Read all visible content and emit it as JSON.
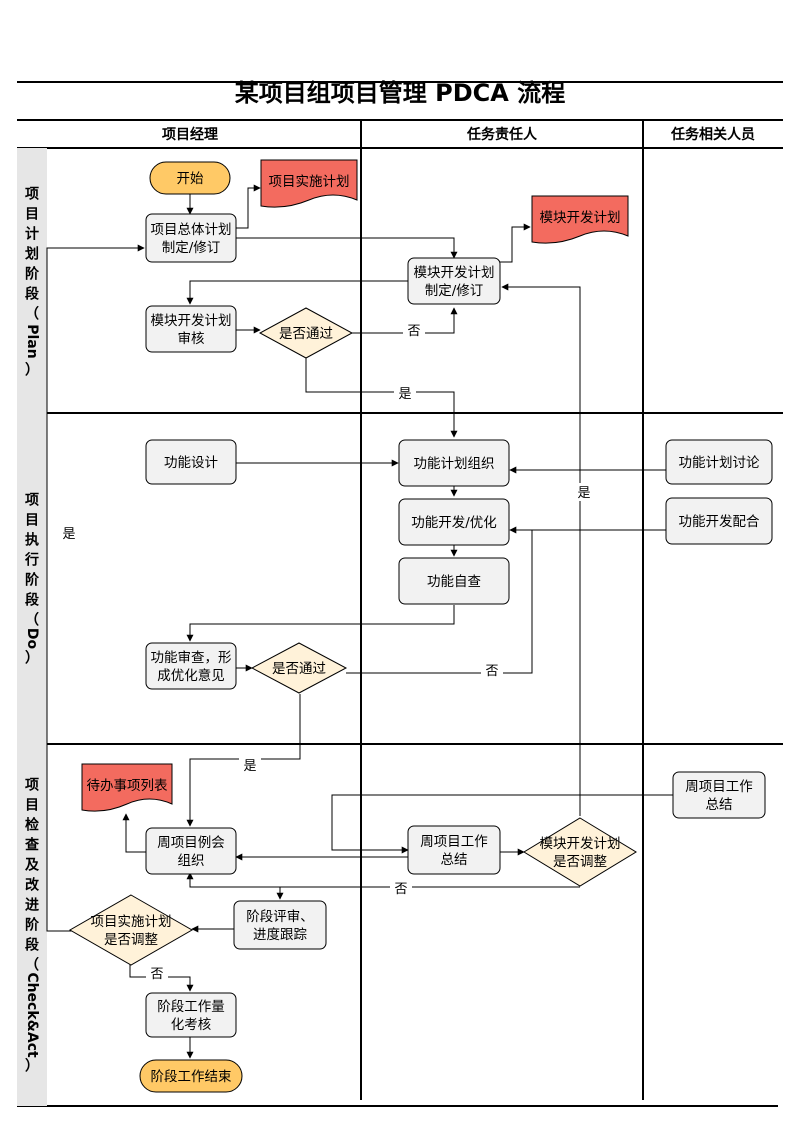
{
  "title": "某项目组项目管理 PDCA 流程",
  "lanes": [
    "项目经理",
    "任务责任人",
    "任务相关人员"
  ],
  "phases": [
    {
      "name": "项目计划阶段（ Plan ）",
      "chars": [
        "项",
        "目",
        "计",
        "划",
        "阶",
        "段",
        "（",
        "Plan",
        "）"
      ]
    },
    {
      "name": "项目执行阶段（ Do ）",
      "chars": [
        "项",
        "目",
        "执",
        "行",
        "阶",
        "段",
        "（",
        "Do",
        "）"
      ]
    },
    {
      "name": "项目检查及改进阶段（ Check&Act ）",
      "chars": [
        "项",
        "目",
        "检",
        "查",
        "及",
        "改",
        "进",
        "阶",
        "段",
        "（",
        "Check&Act",
        "）"
      ]
    }
  ],
  "nodes": {
    "start": {
      "lines": [
        "开始"
      ]
    },
    "pm_plan": {
      "lines": [
        "项目总体计划",
        "制定/修订"
      ]
    },
    "doc_impl_plan": {
      "lines": [
        "项目实施计划"
      ]
    },
    "mod_plan": {
      "lines": [
        "模块开发计划",
        "制定/修订"
      ]
    },
    "doc_mod_plan": {
      "lines": [
        "模块开发计划"
      ]
    },
    "mod_review": {
      "lines": [
        "模块开发计划",
        "审核"
      ]
    },
    "pass1": {
      "lines": [
        "是否通过"
      ]
    },
    "func_design": {
      "lines": [
        "功能设计"
      ]
    },
    "func_org": {
      "lines": [
        "功能计划组织"
      ]
    },
    "func_discuss": {
      "lines": [
        "功能计划讨论"
      ]
    },
    "func_dev": {
      "lines": [
        "功能开发/优化"
      ]
    },
    "dev_support": {
      "lines": [
        "功能开发配合"
      ]
    },
    "self_check": {
      "lines": [
        "功能自查"
      ]
    },
    "func_review": {
      "lines": [
        "功能审查，形",
        "成优化意见"
      ]
    },
    "pass2": {
      "lines": [
        "是否通过"
      ]
    },
    "todo": {
      "lines": [
        "待办事项列表"
      ]
    },
    "weekly_related": {
      "lines": [
        "周项目工作",
        "总结"
      ]
    },
    "weekly_meeting": {
      "lines": [
        "周项目例会",
        "组织"
      ]
    },
    "weekly_owner": {
      "lines": [
        "周项目工作",
        "总结"
      ]
    },
    "adjust_mod": {
      "lines": [
        "模块开发计划",
        "是否调整"
      ]
    },
    "stage_review": {
      "lines": [
        "阶段评审、",
        "进度跟踪"
      ]
    },
    "adjust_impl": {
      "lines": [
        "项目实施计划",
        "是否调整"
      ]
    },
    "stage_assess": {
      "lines": [
        "阶段工作量",
        "化考核"
      ]
    },
    "end": {
      "lines": [
        "阶段工作结束"
      ]
    }
  },
  "edge_labels": {
    "pass1_no": "否",
    "pass1_yes": "是",
    "pass2_no": "否",
    "pass2_yes": "是",
    "adjust_mod_yes": "是",
    "adjust_mod_no": "否",
    "adjust_impl_yes": "是",
    "adjust_impl_no": "否"
  },
  "colors": {
    "terminal_fill": "#ffc966",
    "process_fill": "#f2f2f2",
    "decision_fill": "#fff2d9",
    "document_fill": "#f36b5f",
    "phase_fill": "#e6e6e6",
    "line": "#000000"
  }
}
